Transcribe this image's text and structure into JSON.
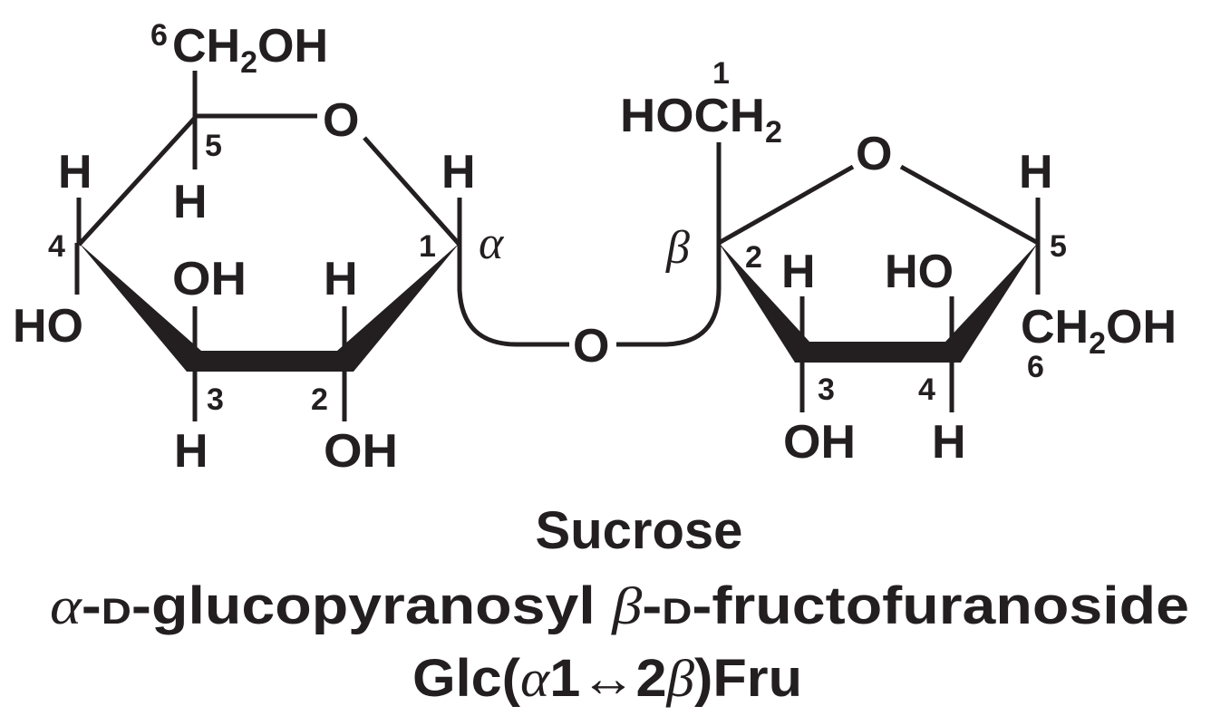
{
  "colors": {
    "ink": "#231f20",
    "background": "#ffffff"
  },
  "glucose": {
    "c6": {
      "sup": "6",
      "a": "CH",
      "sub": "2",
      "b": "OH"
    },
    "ring_o": "O",
    "c5_num": "5",
    "c5_h": "H",
    "c4_num": "4",
    "c4_h": "H",
    "c4_ho": "HO",
    "c3_num": "3",
    "c3_oh": "OH",
    "c3_h": "H",
    "c2_num": "2",
    "c2_h": "H",
    "c2_oh": "OH",
    "c1_num": "1",
    "c1_h": "H",
    "anomer": "α"
  },
  "glycosidic_o": "O",
  "fructose": {
    "c1_num": "1",
    "c1_group": {
      "a": "HOCH",
      "sub": "2"
    },
    "ring_o": "O",
    "anomer": "β",
    "c2_num": "2",
    "c3_num": "3",
    "c3_h": "H",
    "c3_oh": "OH",
    "c4_num": "4",
    "c4_ho": "HO",
    "c4_h": "H",
    "c5_num": "5",
    "c5_h": "H",
    "c6": {
      "a": "CH",
      "sub": "2",
      "b": "OH"
    },
    "c6_num": "6"
  },
  "caption": {
    "name": "Sucrose",
    "systematic": {
      "alpha": "α",
      "dash1": "-",
      "d1": "D",
      "part1": "-glucopyranosyl ",
      "beta": "β",
      "dash2": "-",
      "d2": "D",
      "part2": "-fructofuranoside"
    },
    "abbrev": {
      "a": "Glc(",
      "alpha": "α",
      "mid": "1↔2",
      "beta": "β",
      "b": ")Fru"
    }
  }
}
